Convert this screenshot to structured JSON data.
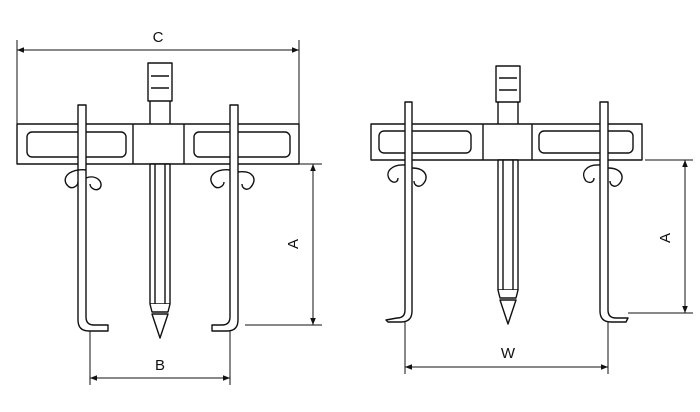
{
  "left_puller": {
    "labels": {
      "overall_width": "C",
      "jaw_spread": "B",
      "reach": "A"
    }
  },
  "right_puller": {
    "labels": {
      "overall_width": "W",
      "reach": "A"
    }
  }
}
